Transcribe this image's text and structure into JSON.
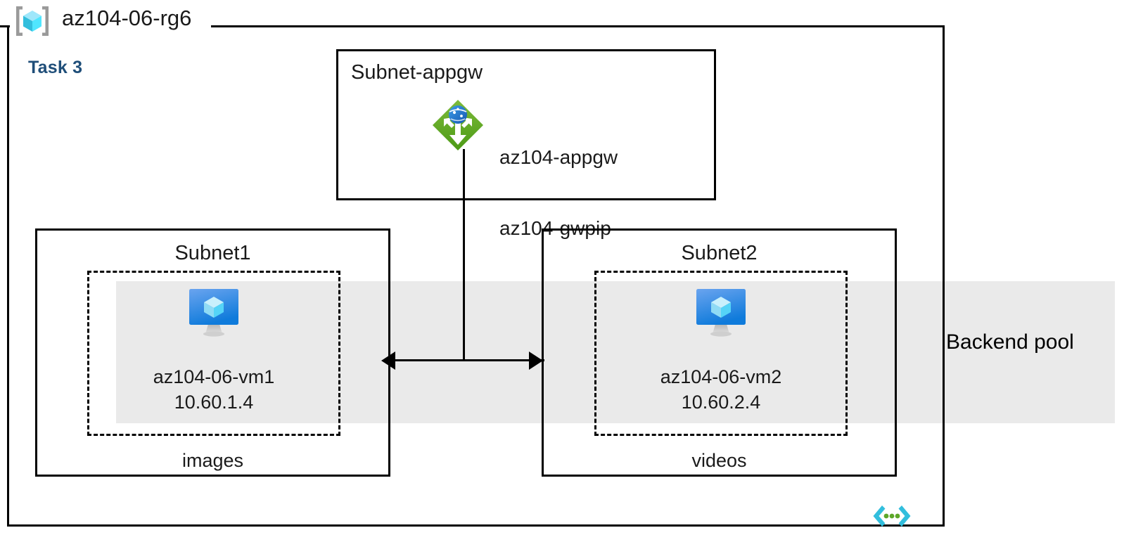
{
  "diagram": {
    "type": "azure-architecture",
    "resource_group": {
      "name": "az104-06-rg6",
      "icon": "resource-group-icon"
    },
    "task_label": "Task 3",
    "task_label_color": "#1F4E79",
    "backend_pool": {
      "label": "Backend pool",
      "band_color": "#eaeaea"
    },
    "subnets": [
      {
        "id": "subnet-appgw",
        "title": "Subnet-appgw",
        "resources": [
          {
            "icon": "application-gateway-icon",
            "icon_color": "#5fa51d",
            "labels": [
              "az104-appgw",
              "az104-gwpip"
            ]
          }
        ]
      },
      {
        "id": "subnet1",
        "title": "Subnet1",
        "footer": "images",
        "vm": {
          "icon": "virtual-machine-icon",
          "name": "az104-06-vm1",
          "ip": "10.60.1.4"
        }
      },
      {
        "id": "subnet2",
        "title": "Subnet2",
        "footer": "videos",
        "vm": {
          "icon": "virtual-machine-icon",
          "name": "az104-06-vm2",
          "ip": "10.60.2.4"
        }
      }
    ],
    "connectors": [
      {
        "from": "subnet-appgw",
        "to": "subnet1",
        "style": "arrow"
      },
      {
        "from": "subnet-appgw",
        "to": "subnet2",
        "style": "arrow"
      }
    ],
    "footer_icon": "template-code-icon"
  }
}
